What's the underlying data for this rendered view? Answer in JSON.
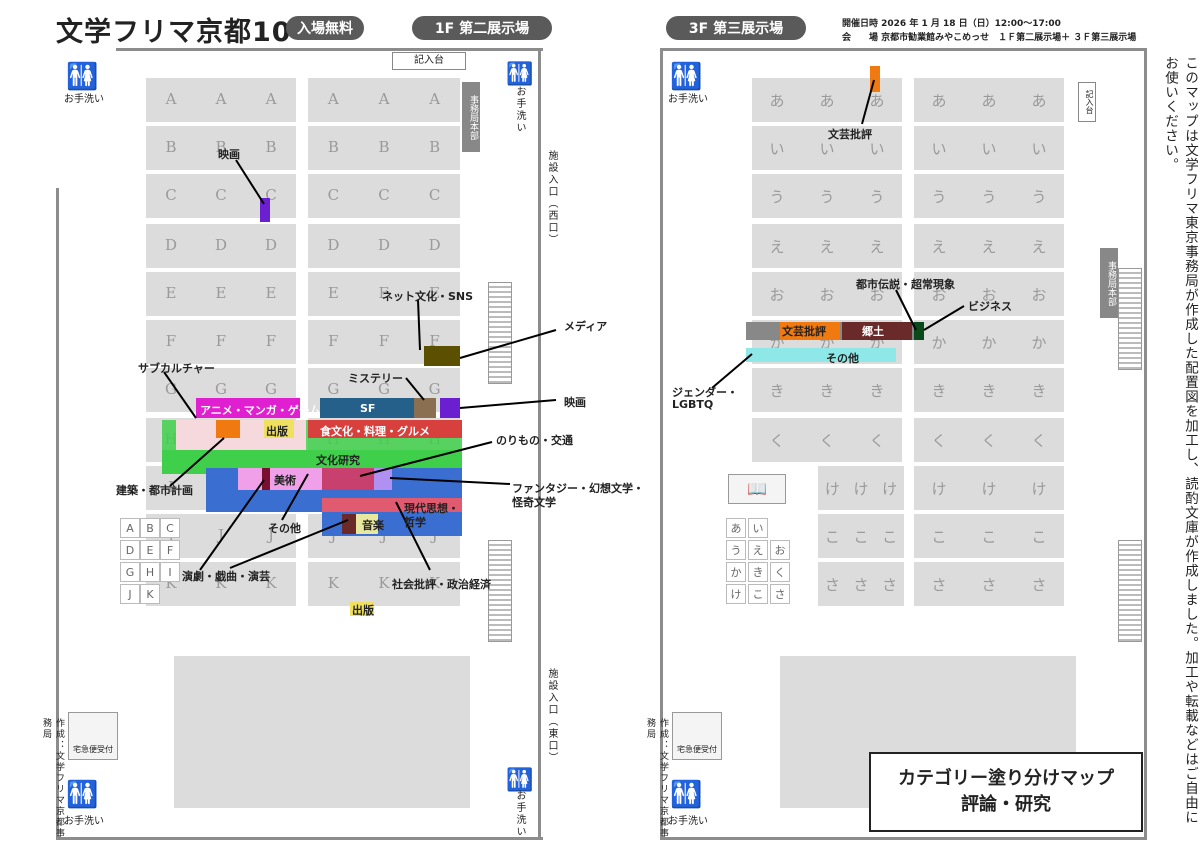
{
  "header": {
    "title": "文学フリマ京都10",
    "admission_badge": "入場無料",
    "hall_1f": "1F 第二展示場",
    "hall_3f": "3F 第三展示場",
    "date_line": "開催日時 2026 年 1 月 18 日（日）12:00〜17:00",
    "venue_line": "会　　場 京都市勧業館みやこめっせ　１Ｆ第二展示場＋ ３Ｆ第三展示場"
  },
  "side_note": "このマップは文学フリマ東京事務局が作成した配置図を加工し、読酌文庫が作成しました。加工や転載などはご自由にお使いください。",
  "legend": {
    "line1": "カテゴリー塗り分けマップ",
    "line2": "評論・研究"
  },
  "facilities": {
    "toilet": "お手洗い",
    "info": "事務局本部",
    "entry_desk": "記入台",
    "west_entrance": "施設入口（西口）",
    "east_entrance": "施設入口（東口）",
    "escalator": "エスカレーター",
    "delivery": "宅急便受付",
    "credit_1f": "作成：文学フリマ京都事務局",
    "credit_3f": "作成：文学フリマ京都事務局"
  },
  "rows_1f": {
    "left": [
      "A",
      "B",
      "C",
      "D",
      "E",
      "F",
      "G",
      "H",
      "I",
      "J",
      "K"
    ],
    "right": [
      "A",
      "B",
      "C",
      "D",
      "E",
      "F",
      "G",
      "H",
      "I",
      "J",
      "K"
    ]
  },
  "rows_3f": [
    "あ",
    "い",
    "う",
    "え",
    "お",
    "か",
    "き",
    "く",
    "け",
    "こ",
    "さ"
  ],
  "kana_grid": [
    "あ",
    "い",
    "う",
    "え",
    "お",
    "か",
    "き",
    "く",
    "け",
    "こ",
    "さ"
  ],
  "alpha_grid": [
    "A",
    "B",
    "C",
    "D",
    "E",
    "F",
    "G",
    "H",
    "I",
    "J",
    "K"
  ],
  "categories_1f": {
    "eiga_top": "映画",
    "net": "ネット文化・SNS",
    "media": "メディア",
    "subculture": "サブカルチャー",
    "mystery": "ミステリー",
    "anime": "アニメ・マンガ・ゲーム",
    "sf": "SF",
    "eiga_g": "映画",
    "shuppan_h": "出版",
    "food": "食文化・料理・グルメ",
    "vehicle": "のりもの・交通",
    "culture": "文化研究",
    "fantasy": "ファンタジー・幻想文学・",
    "kaiki": "怪奇文学",
    "architecture": "建築・都市計画",
    "art": "美術",
    "other": "その他",
    "modern": "現代思想・",
    "philosophy": "哲学",
    "music": "音楽",
    "theater": "演劇・戯曲・演芸",
    "social": "社会批評・政治経済",
    "shuppan_k": "出版"
  },
  "categories_3f": {
    "literary_top": "文芸批評",
    "urban": "都市伝説・超常現象",
    "business": "ビジネス",
    "literary": "文芸批評",
    "local": "郷土",
    "other": "その他",
    "gender": "ジェンダー・",
    "lgbtq": "LGBTQ"
  },
  "colors": {
    "magenta": "#e020d0",
    "green": "#3fcf4a",
    "orange": "#f07a10",
    "olive": "#5a5000",
    "navy": "#24608a",
    "red": "#d8403e",
    "purple": "#6a1fd0",
    "blue": "#3a6ed0",
    "pink": "#f0a0e8",
    "darkred": "#7a1030",
    "maroon": "#6a2a2a",
    "darkgreen": "#0a4a1a",
    "cyan": "#8ee8e8",
    "yellow": "#f0e060"
  }
}
